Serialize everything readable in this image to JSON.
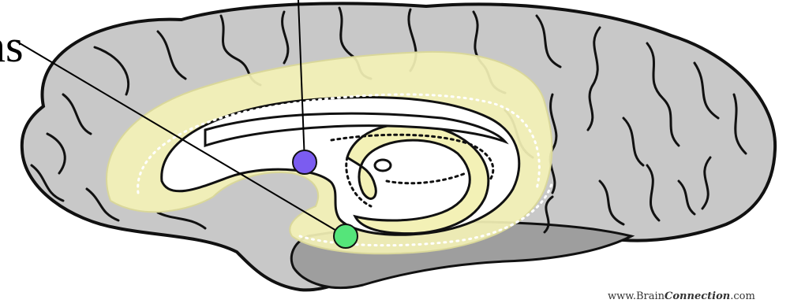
{
  "diagram": {
    "partial_label": "ns",
    "credit": {
      "prefix": "www.Brain",
      "emphasis": "Connection",
      "suffix": ".com"
    },
    "colors": {
      "brain_fill": "#c8c8c8",
      "brain_outline": "#111111",
      "limbic_highlight": "#f3f1b6",
      "marker_upper": "#7b5cf0",
      "marker_lower": "#55e57a",
      "background": "#ffffff"
    }
  }
}
